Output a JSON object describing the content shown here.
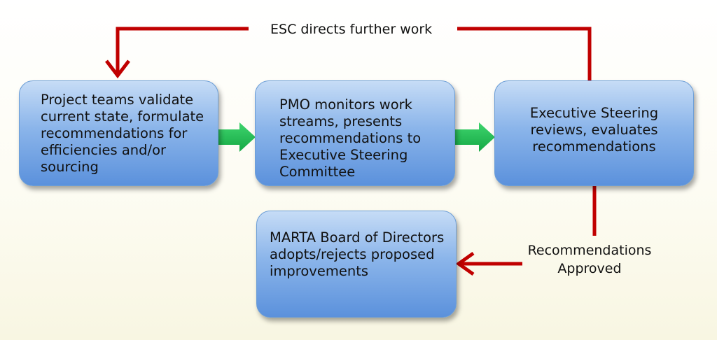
{
  "flow": {
    "box1": {
      "lines": [
        "Project  teams validate",
        "current state, formulate",
        "recommendations for",
        "efficiencies and/or",
        "sourcing"
      ]
    },
    "box2": {
      "lines": [
        "PMO monitors work",
        "streams, presents",
        "recommendations to",
        "Executive Steering",
        "Committee"
      ]
    },
    "box3": {
      "lines": [
        "Executive Steering",
        "reviews, evaluates",
        "recommendations"
      ]
    },
    "box4": {
      "lines": [
        "MARTA Board of Directors",
        "adopts/rejects proposed",
        "improvements"
      ]
    }
  },
  "labels": {
    "further_work": "ESC directs further work",
    "approved_line1": "Recommendations",
    "approved_line2": "Approved"
  },
  "colors": {
    "feedback_arrow": "#c00000",
    "forward_arrow": "#22b14c",
    "box_fill": "#7aa7e6"
  }
}
